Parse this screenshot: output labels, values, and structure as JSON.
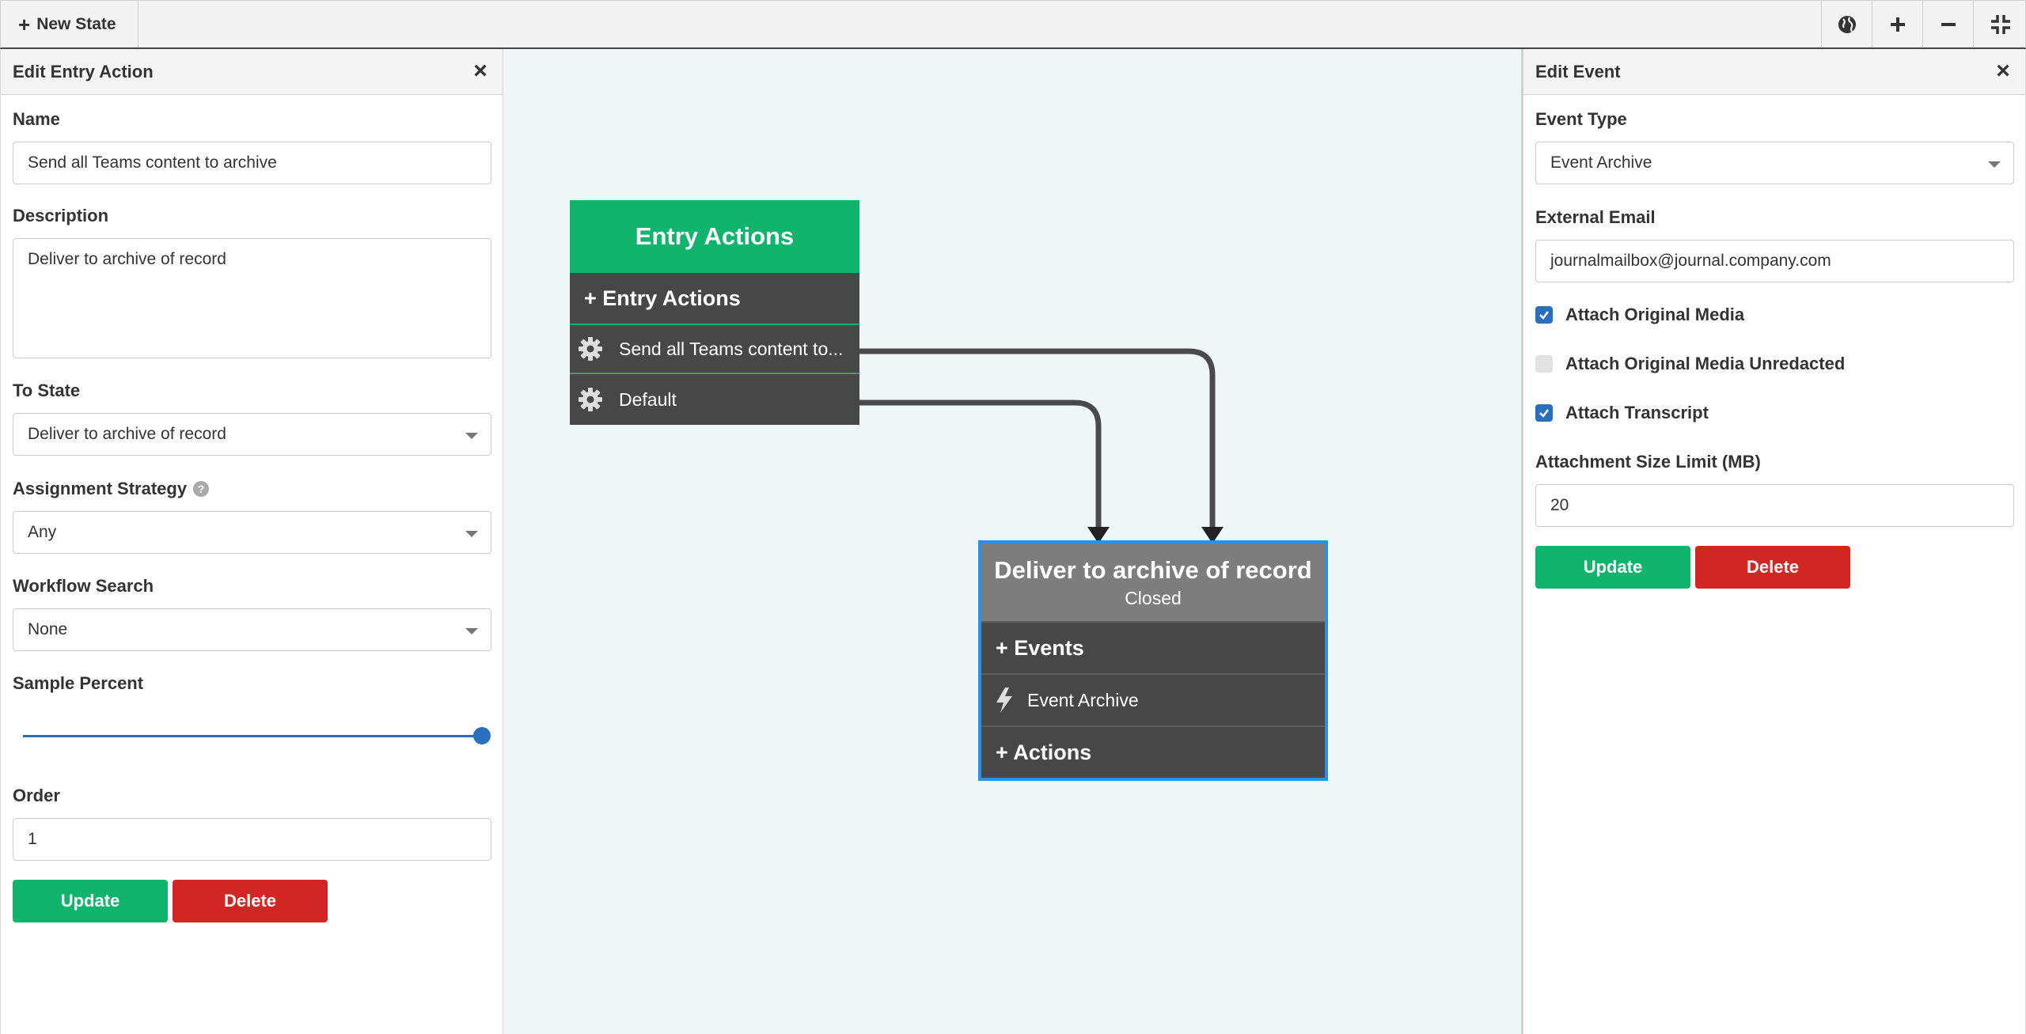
{
  "toolbar": {
    "new_state_label": "New State"
  },
  "left_panel": {
    "title": "Edit Entry Action",
    "name_label": "Name",
    "name_value": "Send all Teams content to archive",
    "description_label": "Description",
    "description_value": "Deliver to archive of record",
    "to_state_label": "To State",
    "to_state_value": "Deliver to archive of record",
    "assignment_strategy_label": "Assignment Strategy",
    "assignment_strategy_value": "Any",
    "workflow_search_label": "Workflow Search",
    "workflow_search_value": "None",
    "sample_percent_label": "Sample Percent",
    "sample_percent_value": 100,
    "order_label": "Order",
    "order_value": "1",
    "update_label": "Update",
    "delete_label": "Delete"
  },
  "canvas": {
    "entry_node": {
      "title": "Entry Actions",
      "add_label": "+ Entry Actions",
      "items": [
        {
          "label": "Send all Teams content to..."
        },
        {
          "label": "Default"
        }
      ]
    },
    "state_node": {
      "title": "Deliver to archive of record",
      "status": "Closed",
      "events_label": "+ Events",
      "event_item": "Event Archive",
      "actions_label": "+ Actions"
    }
  },
  "right_panel": {
    "title": "Edit Event",
    "event_type_label": "Event Type",
    "event_type_value": "Event Archive",
    "external_email_label": "External Email",
    "external_email_value": "journalmailbox@journal.company.com",
    "checkboxes": [
      {
        "label": "Attach Original Media",
        "checked": true
      },
      {
        "label": "Attach Original Media Unredacted",
        "checked": false
      },
      {
        "label": "Attach Transcript",
        "checked": true
      }
    ],
    "size_limit_label": "Attachment Size Limit (MB)",
    "size_limit_value": "20",
    "update_label": "Update",
    "delete_label": "Delete"
  },
  "colors": {
    "green": "#10b46c",
    "red": "#d22625",
    "blue": "#2a6fbd",
    "node_dark": "#474747",
    "selected_border": "#2b8ee8"
  }
}
